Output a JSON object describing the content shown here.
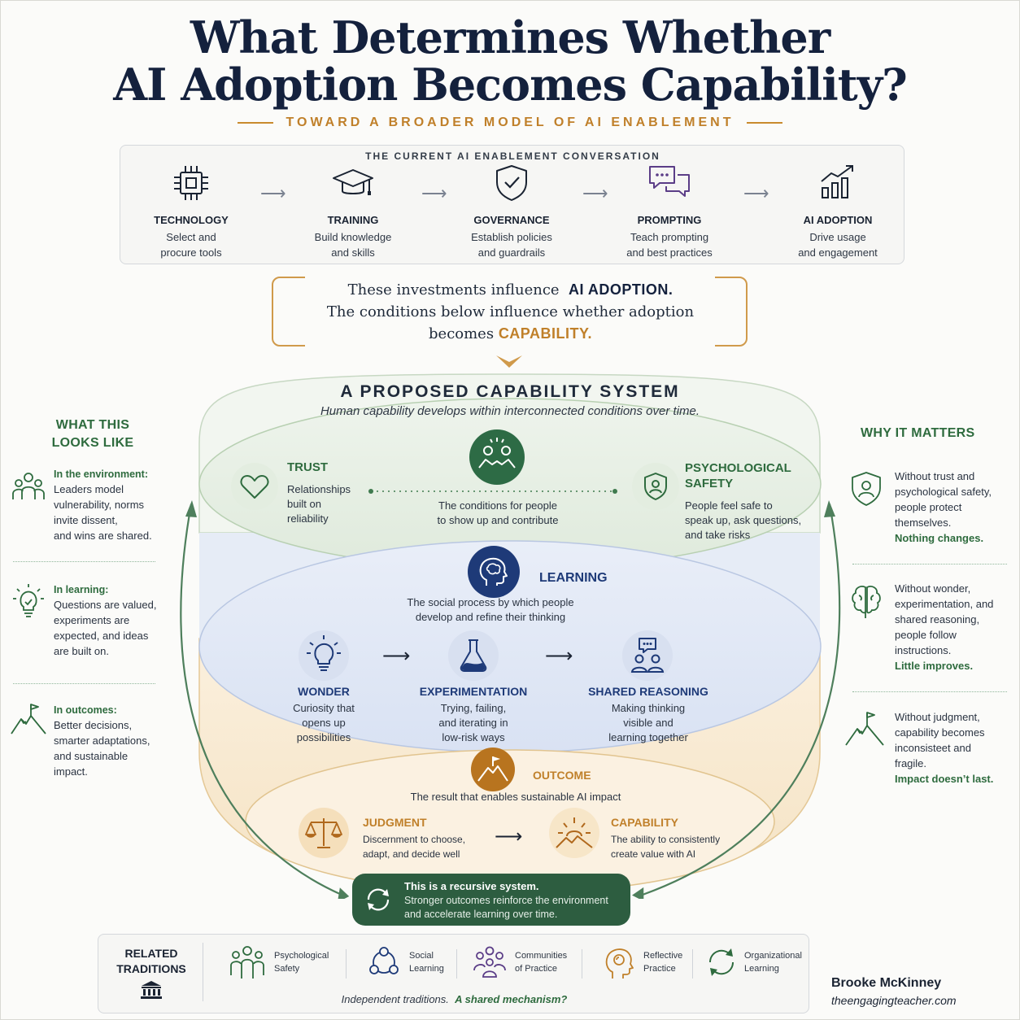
{
  "title_line1": "What Determines Whether",
  "title_line2": "AI Adoption Becomes Capability?",
  "subtitle": "TOWARD A BROADER MODEL OF AI ENABLEMENT",
  "conversation": {
    "heading": "THE CURRENT AI ENABLEMENT CONVERSATION",
    "steps": [
      {
        "name": "TECHNOLOGY",
        "desc1": "Select and",
        "desc2": "procure tools",
        "icon": "chip-icon"
      },
      {
        "name": "TRAINING",
        "desc1": "Build knowledge",
        "desc2": "and skills",
        "icon": "graduation-cap-icon"
      },
      {
        "name": "GOVERNANCE",
        "desc1": "Establish policies",
        "desc2": "and guardrails",
        "icon": "shield-check-icon"
      },
      {
        "name": "PROMPTING",
        "desc1": "Teach prompting",
        "desc2": "and best practices",
        "icon": "chat-bubbles-icon"
      },
      {
        "name": "AI ADOPTION",
        "desc1": "Drive usage",
        "desc2": "and engagement",
        "icon": "bar-chart-icon"
      }
    ]
  },
  "investments": {
    "line1_pre": "These investments influence",
    "line1_bold": "AI ADOPTION.",
    "line2": "The conditions below influence whether adoption",
    "line3_pre": "becomes",
    "line3_bold": "CAPABILITY."
  },
  "system": {
    "title": "A PROPOSED CAPABILITY SYSTEM",
    "subtitle": "Human capability develops within interconnected conditions over time."
  },
  "environment": {
    "center_desc1": "The conditions for people",
    "center_desc2": "to show up and contribute",
    "trust": {
      "label": "TRUST",
      "d1": "Relationships",
      "d2": "built on",
      "d3": "reliability"
    },
    "safety": {
      "label1": "PSYCHOLOGICAL",
      "label2": "SAFETY",
      "d1": "People feel safe to",
      "d2": "speak up, ask questions,",
      "d3": "and take risks"
    }
  },
  "learning": {
    "label": "LEARNING",
    "d1": "The social process by which people",
    "d2": "develop and refine their thinking",
    "wonder": {
      "label": "WONDER",
      "d1": "Curiosity that",
      "d2": "opens up",
      "d3": "possibilities"
    },
    "experimentation": {
      "label": "EXPERIMENTATION",
      "d1": "Trying, failing,",
      "d2": "and iterating in",
      "d3": "low-risk ways"
    },
    "shared": {
      "label": "SHARED REASONING",
      "d1": "Making thinking",
      "d2": "visible and",
      "d3": "learning together"
    }
  },
  "outcome": {
    "label": "OUTCOME",
    "desc": "The result that enables sustainable AI impact",
    "judgment": {
      "label": "JUDGMENT",
      "d1": "Discernment to choose,",
      "d2": "adapt, and decide well"
    },
    "capability": {
      "label": "CAPABILITY",
      "d1": "The ability to consistently",
      "d2": "create value with AI"
    }
  },
  "recursive": {
    "title": "This is a recursive system.",
    "d1": "Stronger outcomes reinforce the environment",
    "d2": "and accelerate learning over time."
  },
  "left": {
    "heading1": "WHAT THIS",
    "heading2": "LOOKS LIKE",
    "items": [
      {
        "title": "In the environment:",
        "lines": [
          "Leaders model",
          "vulnerability, norms",
          "invite dissent,",
          "and wins are shared."
        ]
      },
      {
        "title": "In learning:",
        "lines": [
          "Questions are valued,",
          "experiments are",
          "expected, and ideas",
          "are built on."
        ]
      },
      {
        "title": "In outcomes:",
        "lines": [
          "Better decisions,",
          "smarter adaptations,",
          "and sustainable",
          "impact."
        ]
      }
    ]
  },
  "right": {
    "heading": "WHY IT MATTERS",
    "items": [
      {
        "lines": [
          "Without trust and",
          "psychological safety,",
          "people protect",
          "themselves."
        ],
        "emph": "Nothing changes."
      },
      {
        "lines": [
          "Without wonder,",
          "experimentation, and",
          "shared reasoning,",
          "people follow",
          "instructions."
        ],
        "emph": "Little improves."
      },
      {
        "lines": [
          "Without judgment,",
          "capability becomes",
          "inconsisteet and",
          "fragile."
        ],
        "emph": "Impact doesn’t last."
      }
    ]
  },
  "related": {
    "heading1": "RELATED",
    "heading2": "TRADITIONS",
    "items": [
      {
        "l1": "Psychological",
        "l2": "Safety"
      },
      {
        "l1": "Social",
        "l2": "Learning"
      },
      {
        "l1": "Communities",
        "l2": "of Practice"
      },
      {
        "l1": "Reflective",
        "l2": "Practice"
      },
      {
        "l1": "Organizational",
        "l2": "Learning"
      }
    ],
    "footer_pre": "Independent traditions.",
    "footer_bold": "A shared mechanism?"
  },
  "author": "Brooke McKinney",
  "site": "theengagingteacher.com",
  "colors": {
    "navy": "#14213d",
    "gold": "#c0802a",
    "green": "#2e6b3e",
    "blue": "#1e3a78"
  }
}
